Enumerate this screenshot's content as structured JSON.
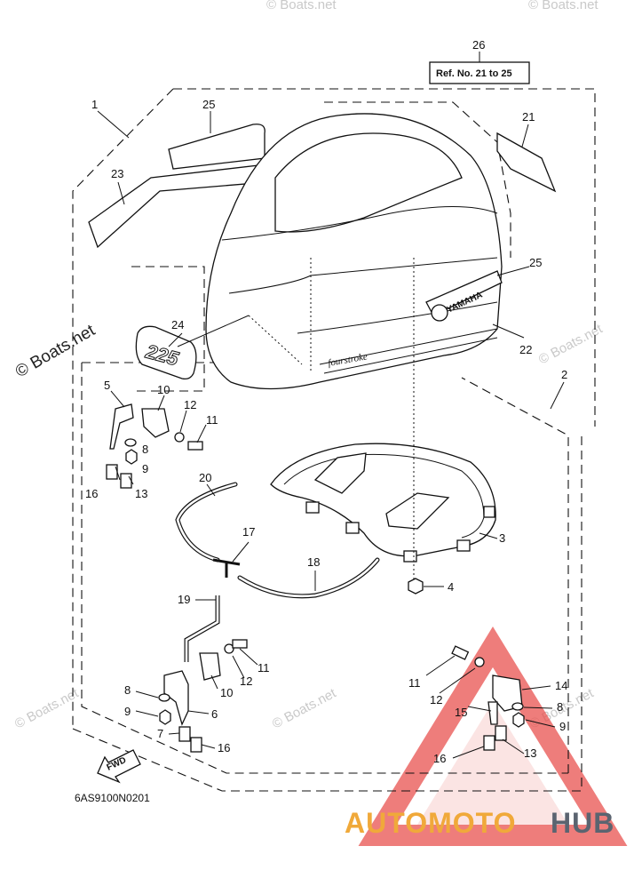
{
  "diagram": {
    "ref_box_label": "Ref. No. 21 to 25",
    "diagram_code": "6AS9100N0201",
    "fwd_label": "FWD",
    "cowling_text": {
      "yamaha": "YAMAHA",
      "fourstroke": "fourstroke",
      "model": "225"
    },
    "callouts": {
      "c1": "1",
      "c2": "2",
      "c3": "3",
      "c4": "4",
      "c5": "5",
      "c6": "6",
      "c7": "7",
      "c8a": "8",
      "c8b": "8",
      "c8c": "8",
      "c9a": "9",
      "c9b": "9",
      "c9c": "9",
      "c10a": "10",
      "c10b": "10",
      "c11a": "11",
      "c11b": "11",
      "c11c": "11",
      "c12a": "12",
      "c12b": "12",
      "c12c": "12",
      "c13a": "13",
      "c13b": "13",
      "c14": "14",
      "c15": "15",
      "c16a": "16",
      "c16b": "16",
      "c16c": "16",
      "c17": "17",
      "c18": "18",
      "c19": "19",
      "c20": "20",
      "c21": "21",
      "c22": "22",
      "c23": "23",
      "c24": "24",
      "c25a": "25",
      "c25b": "25",
      "c26": "26"
    }
  },
  "watermarks": {
    "boats_side": "© Boats.net",
    "boats": "© Boats.net",
    "brand_part1": "AUTOMOTO",
    "brand_part2": "HUB"
  },
  "colors": {
    "ink": "#111111",
    "watermark_gray": "#c9c9c9",
    "brand_orange": "#f0a93a",
    "brand_gray": "#5b6470",
    "triangle_red": "#e8524f"
  }
}
